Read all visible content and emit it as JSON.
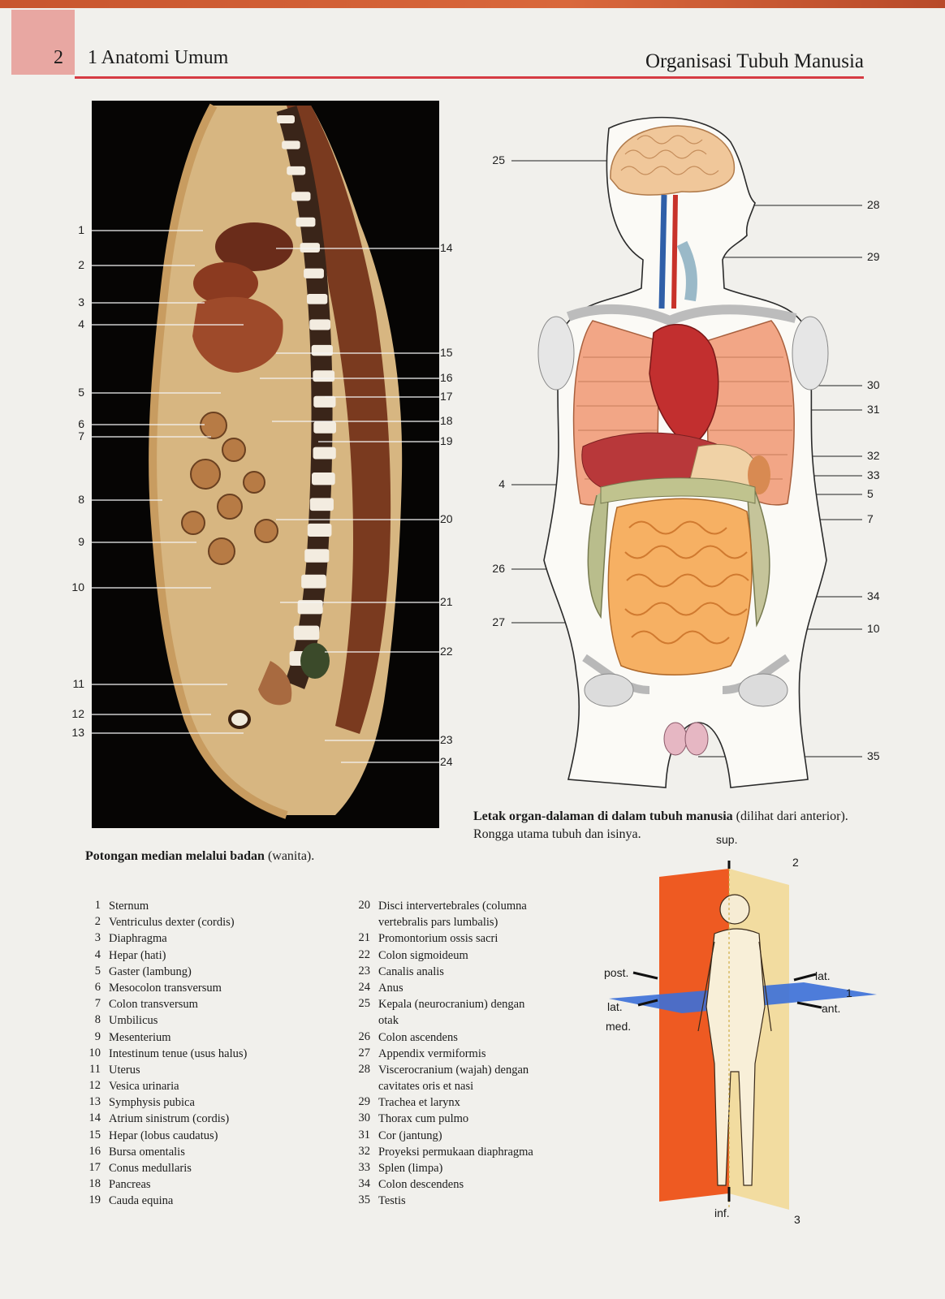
{
  "header": {
    "page_number": "2",
    "chapter": "1 Anatomi Umum",
    "section": "Organisasi Tubuh Manusia"
  },
  "figure_left": {
    "caption_bold": "Potongan median melalui badan",
    "caption_rest": " (wanita).",
    "left_labels": [
      "1",
      "2",
      "3",
      "4",
      "5",
      "6",
      "7",
      "8",
      "9",
      "10",
      "11",
      "12",
      "13"
    ],
    "right_labels": [
      "14",
      "15",
      "16",
      "17",
      "18",
      "19",
      "20",
      "21",
      "22",
      "23",
      "24"
    ]
  },
  "figure_right": {
    "caption_bold": "Letak organ-dalaman di dalam tubuh manusia",
    "caption_rest": " (dilihat dari anterior). Rongga utama tubuh dan isinya.",
    "left_labels": [
      "25",
      "4",
      "26",
      "27"
    ],
    "right_labels": [
      "28",
      "29",
      "30",
      "31",
      "32",
      "33",
      "5",
      "7",
      "34",
      "10",
      "35"
    ]
  },
  "figure_planes": {
    "labels": {
      "sup": "sup.",
      "inf": "inf.",
      "post": "post.",
      "lat_left": "lat.",
      "lat_right": "lat.",
      "med": "med.",
      "ant": "ant.",
      "plane1": "1",
      "plane2": "2",
      "plane3": "3"
    }
  },
  "legend_left": [
    {
      "n": "1",
      "t": "Sternum"
    },
    {
      "n": "2",
      "t": "Ventriculus dexter (cordis)"
    },
    {
      "n": "3",
      "t": "Diaphragma"
    },
    {
      "n": "4",
      "t": "Hepar (hati)"
    },
    {
      "n": "5",
      "t": "Gaster (lambung)"
    },
    {
      "n": "6",
      "t": "Mesocolon transversum"
    },
    {
      "n": "7",
      "t": "Colon transversum"
    },
    {
      "n": "8",
      "t": "Umbilicus"
    },
    {
      "n": "9",
      "t": "Mesenterium"
    },
    {
      "n": "10",
      "t": "Intestinum tenue (usus halus)"
    },
    {
      "n": "11",
      "t": "Uterus"
    },
    {
      "n": "12",
      "t": "Vesica urinaria"
    },
    {
      "n": "13",
      "t": "Symphysis pubica"
    },
    {
      "n": "14",
      "t": "Atrium sinistrum (cordis)"
    },
    {
      "n": "15",
      "t": "Hepar (lobus caudatus)"
    },
    {
      "n": "16",
      "t": "Bursa omentalis"
    },
    {
      "n": "17",
      "t": "Conus medullaris"
    },
    {
      "n": "18",
      "t": "Pancreas"
    },
    {
      "n": "19",
      "t": "Cauda equina"
    }
  ],
  "legend_right": [
    {
      "n": "20",
      "t": "Disci intervertebrales (columna",
      "t2": "vertebralis pars lumbalis)"
    },
    {
      "n": "21",
      "t": "Promontorium ossis sacri"
    },
    {
      "n": "22",
      "t": "Colon sigmoideum"
    },
    {
      "n": "23",
      "t": "Canalis analis"
    },
    {
      "n": "24",
      "t": "Anus"
    },
    {
      "n": "25",
      "t": "Kepala (neurocranium) dengan",
      "t2": "otak"
    },
    {
      "n": "26",
      "t": "Colon ascendens"
    },
    {
      "n": "27",
      "t": "Appendix vermiformis"
    },
    {
      "n": "28",
      "t": "Viscerocranium (wajah) dengan",
      "t2": "cavitates oris et nasi"
    },
    {
      "n": "29",
      "t": "Trachea et larynx"
    },
    {
      "n": "30",
      "t": "Thorax cum pulmo"
    },
    {
      "n": "31",
      "t": "Cor (jantung)"
    },
    {
      "n": "32",
      "t": "Proyeksi permukaan diaphragma"
    },
    {
      "n": "33",
      "t": "Splen (limpa)"
    },
    {
      "n": "34",
      "t": "Colon descendens"
    },
    {
      "n": "35",
      "t": "Testis"
    }
  ]
}
